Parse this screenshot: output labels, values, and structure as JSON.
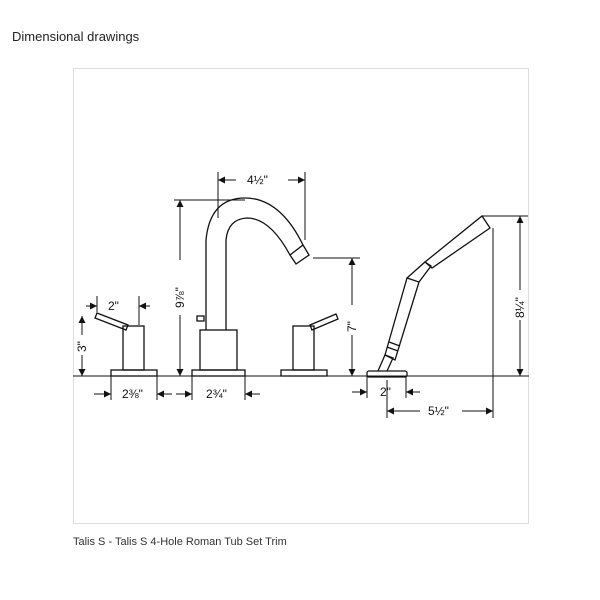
{
  "header": {
    "title": "Dimensional drawings"
  },
  "drawing": {
    "dims": {
      "handle_lever": "2\"",
      "handle_height": "3\"",
      "handle_base": "2⅜\"",
      "spout_reach": "4½\"",
      "spout_height": "9⅞\"",
      "spout_base": "2¾\"",
      "spout_outlet": "7\"",
      "shower_height": "8¼\"",
      "shower_base": "2\"",
      "shower_reach": "5½\""
    },
    "line_color": "#111111"
  },
  "caption": "Talis S - Talis S 4-Hole Roman Tub Set Trim"
}
